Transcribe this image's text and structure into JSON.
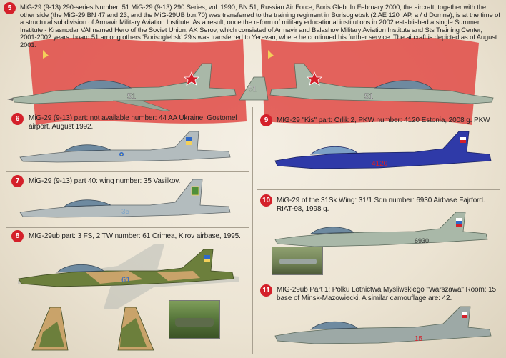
{
  "profiles": [
    {
      "number": "5",
      "caption": "MiG-29 (9-13) 290-series  Number: 51 MiG-29 (9-13) 290 Series, vol. 1990, BN 51, Russian Air Force, Boris Gleb. In February 2000, the aircraft, together with the other side (the MiG-29 BN 47 and 23, and the MiG-29UB b.n.70) was transferred to the training regiment in Borisoglebsk (2 AE 120 IAP, a / d Domna), is at the time of a structural subdivision of Armavir Military Aviation Institute. As a result, once the reform of military educational institutions in 2002 established a single Summer Institute - Krasnodar VAI named Hero of the Soviet Union, AK Serov, which consisted of Armavir and Balashov Military Aviation Institute and Sts Training Center, 2001-2002 years. board 51 among others 'Borisoglebsk' 29's was transferred to Yerevan, where he continued his further service. The aircraft is depicted as of August 2001.",
      "tail_left": "51",
      "tail_right": "51"
    },
    {
      "number": "6",
      "caption": "MiG-29 (9-13) part: not available number: 44 AA Ukraine, Gostomel airport, August 1992."
    },
    {
      "number": "7",
      "caption": "MiG-29 (9-13) part 40: wing number: 35 Vasilkov.",
      "tail": "35"
    },
    {
      "number": "8",
      "caption": "MIG-29ub part: 3 FS, 2 TW number: 61 Crimea, Kirov airbase, 1995.",
      "tail": "61"
    },
    {
      "number": "9",
      "caption": "MIG-29 \"Kis\" part: Orlik 2, PKW number: 4120 Estonia, 2008 g. PKW",
      "tail": "4120"
    },
    {
      "number": "10",
      "caption": "MiG-29 of the 31Sk Wing: 31/1 Sqn number: 6930 Airbase Fajrford. RIAT-98, 1998 g.",
      "tail": "6930"
    },
    {
      "number": "11",
      "caption": "MIG-29ub Part 1: Polku Lotnictwa Mysliwskiego \"Warszawa\" Room: 15 base of Minsk-Mazowiecki. A similar camouflage are: 42.",
      "tail": "15"
    }
  ],
  "colors": {
    "badge": "#d4202a",
    "flag_red": "#e04a45",
    "soviet_grey": "#a9b8a8",
    "ukraine_grey": "#b3bcbe",
    "blue_scheme": "#2f3aa8",
    "camo_green": "#6c7f3c",
    "camo_tan": "#c9a36a"
  }
}
